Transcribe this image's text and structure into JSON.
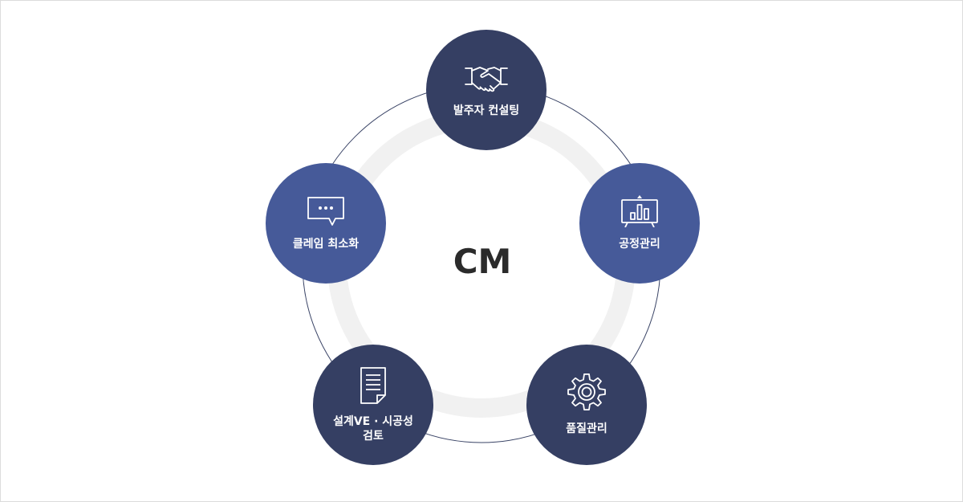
{
  "center": {
    "title": "CM"
  },
  "nodes": [
    {
      "id": "top",
      "label": "발주자 컨설팅",
      "icon": "handshake-icon",
      "tone": "dark"
    },
    {
      "id": "right",
      "label": "공정관리",
      "icon": "presentation-chart-icon",
      "tone": "light"
    },
    {
      "id": "bottom_right",
      "label": "품질관리",
      "icon": "gear-icon",
      "tone": "dark"
    },
    {
      "id": "bottom_left",
      "label": "설계VE · 시공성\n검토",
      "icon": "document-icon",
      "tone": "dark"
    },
    {
      "id": "left",
      "label": "클레임 최소화",
      "icon": "speech-bubble-icon",
      "tone": "light"
    }
  ],
  "colors": {
    "dark_node": "#353f63",
    "light_node": "#465a99",
    "outer_ring": "#3a4466",
    "inner_ring": "#f1f1f1",
    "center_text": "#2b2b2b"
  }
}
